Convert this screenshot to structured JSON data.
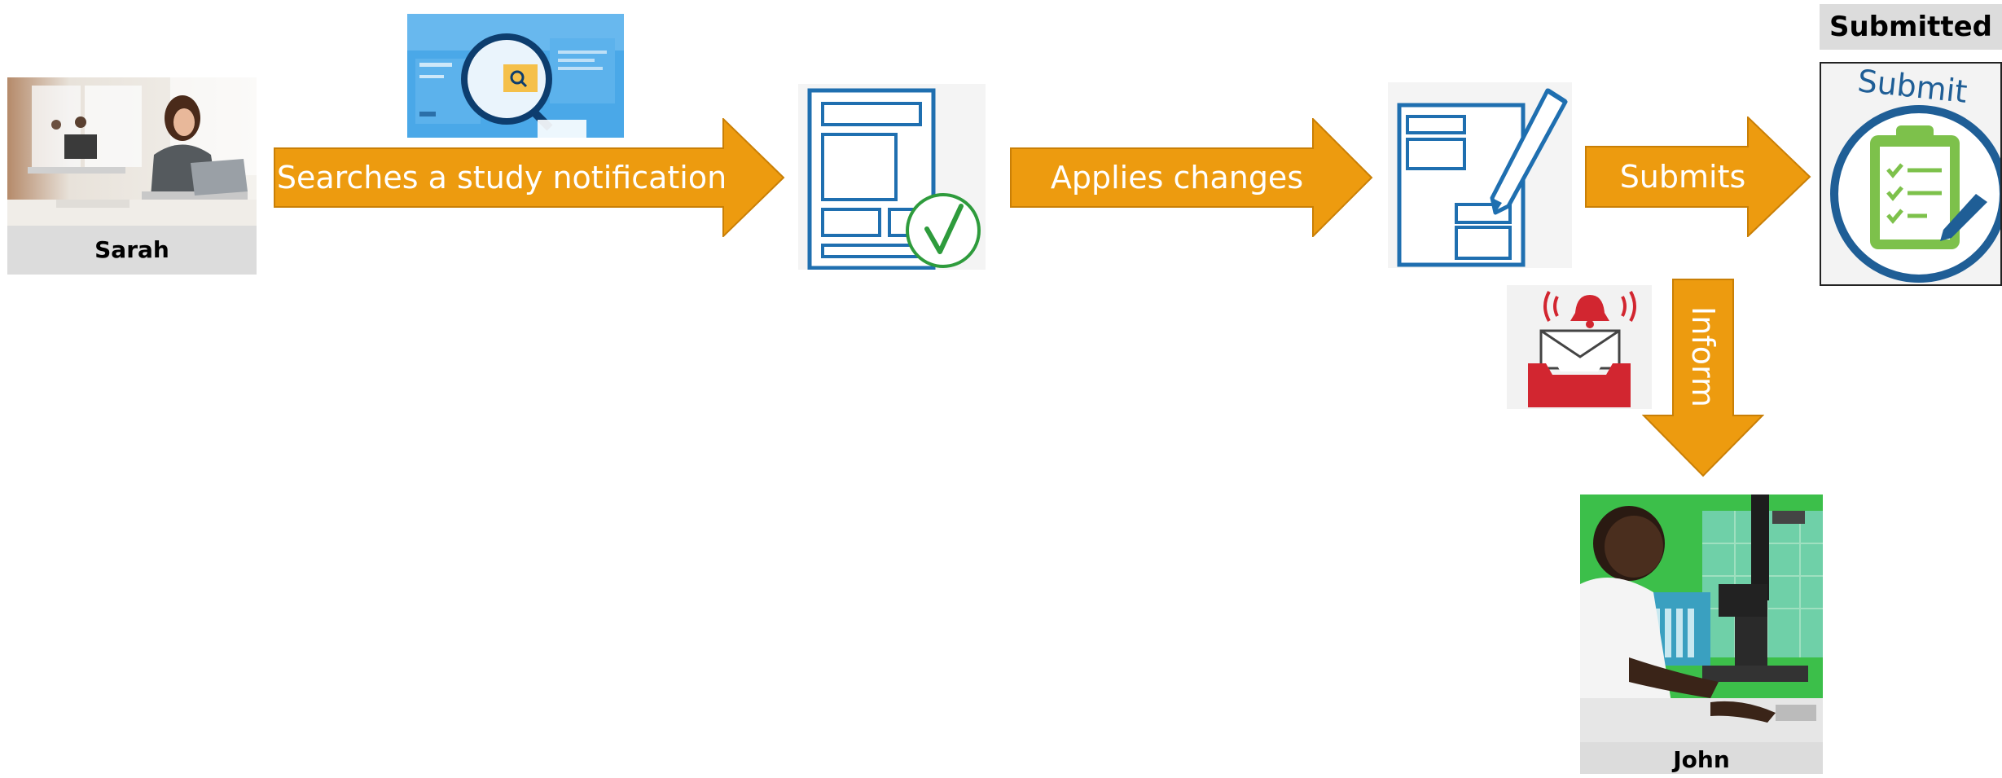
{
  "actors": {
    "sarah": {
      "name": "Sarah"
    },
    "john": {
      "name": "John"
    }
  },
  "steps": {
    "search": {
      "label": "Searches a study notification"
    },
    "apply": {
      "label": "Applies changes"
    },
    "submit": {
      "label": "Submits"
    },
    "inform": {
      "label": "Inform"
    }
  },
  "status": {
    "label": "Submitted"
  },
  "submit_badge": {
    "text": "Submit"
  },
  "colors": {
    "arrow_fill": "#ED9B0F",
    "arrow_stroke": "#C97F06",
    "icon_blue": "#1F6FB0",
    "check_green": "#2E9B3C",
    "caption_bg": "#DCDCDC",
    "alert_red": "#D22630"
  }
}
